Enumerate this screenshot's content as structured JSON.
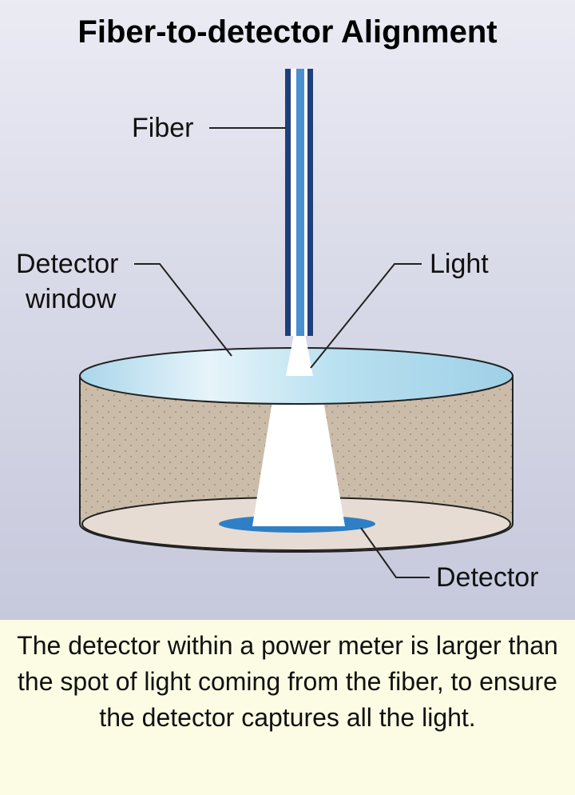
{
  "title": "Fiber-to-detector Alignment",
  "labels": {
    "fiber": "Fiber",
    "detector_window_line1": "Detector",
    "detector_window_line2": "window",
    "light": "Light",
    "detector": "Detector"
  },
  "caption": "The detector within a power meter is larger than the spot of light coming from the fiber, to ensure the detector captures all the light.",
  "colors": {
    "fiber_core": "#2a5aa0",
    "detector_spot": "#2f7fc6",
    "window": "#bfe4f2",
    "housing": "#c9b9a6",
    "base": "#e7dcd4",
    "caption_bg": "#fcfce4"
  }
}
